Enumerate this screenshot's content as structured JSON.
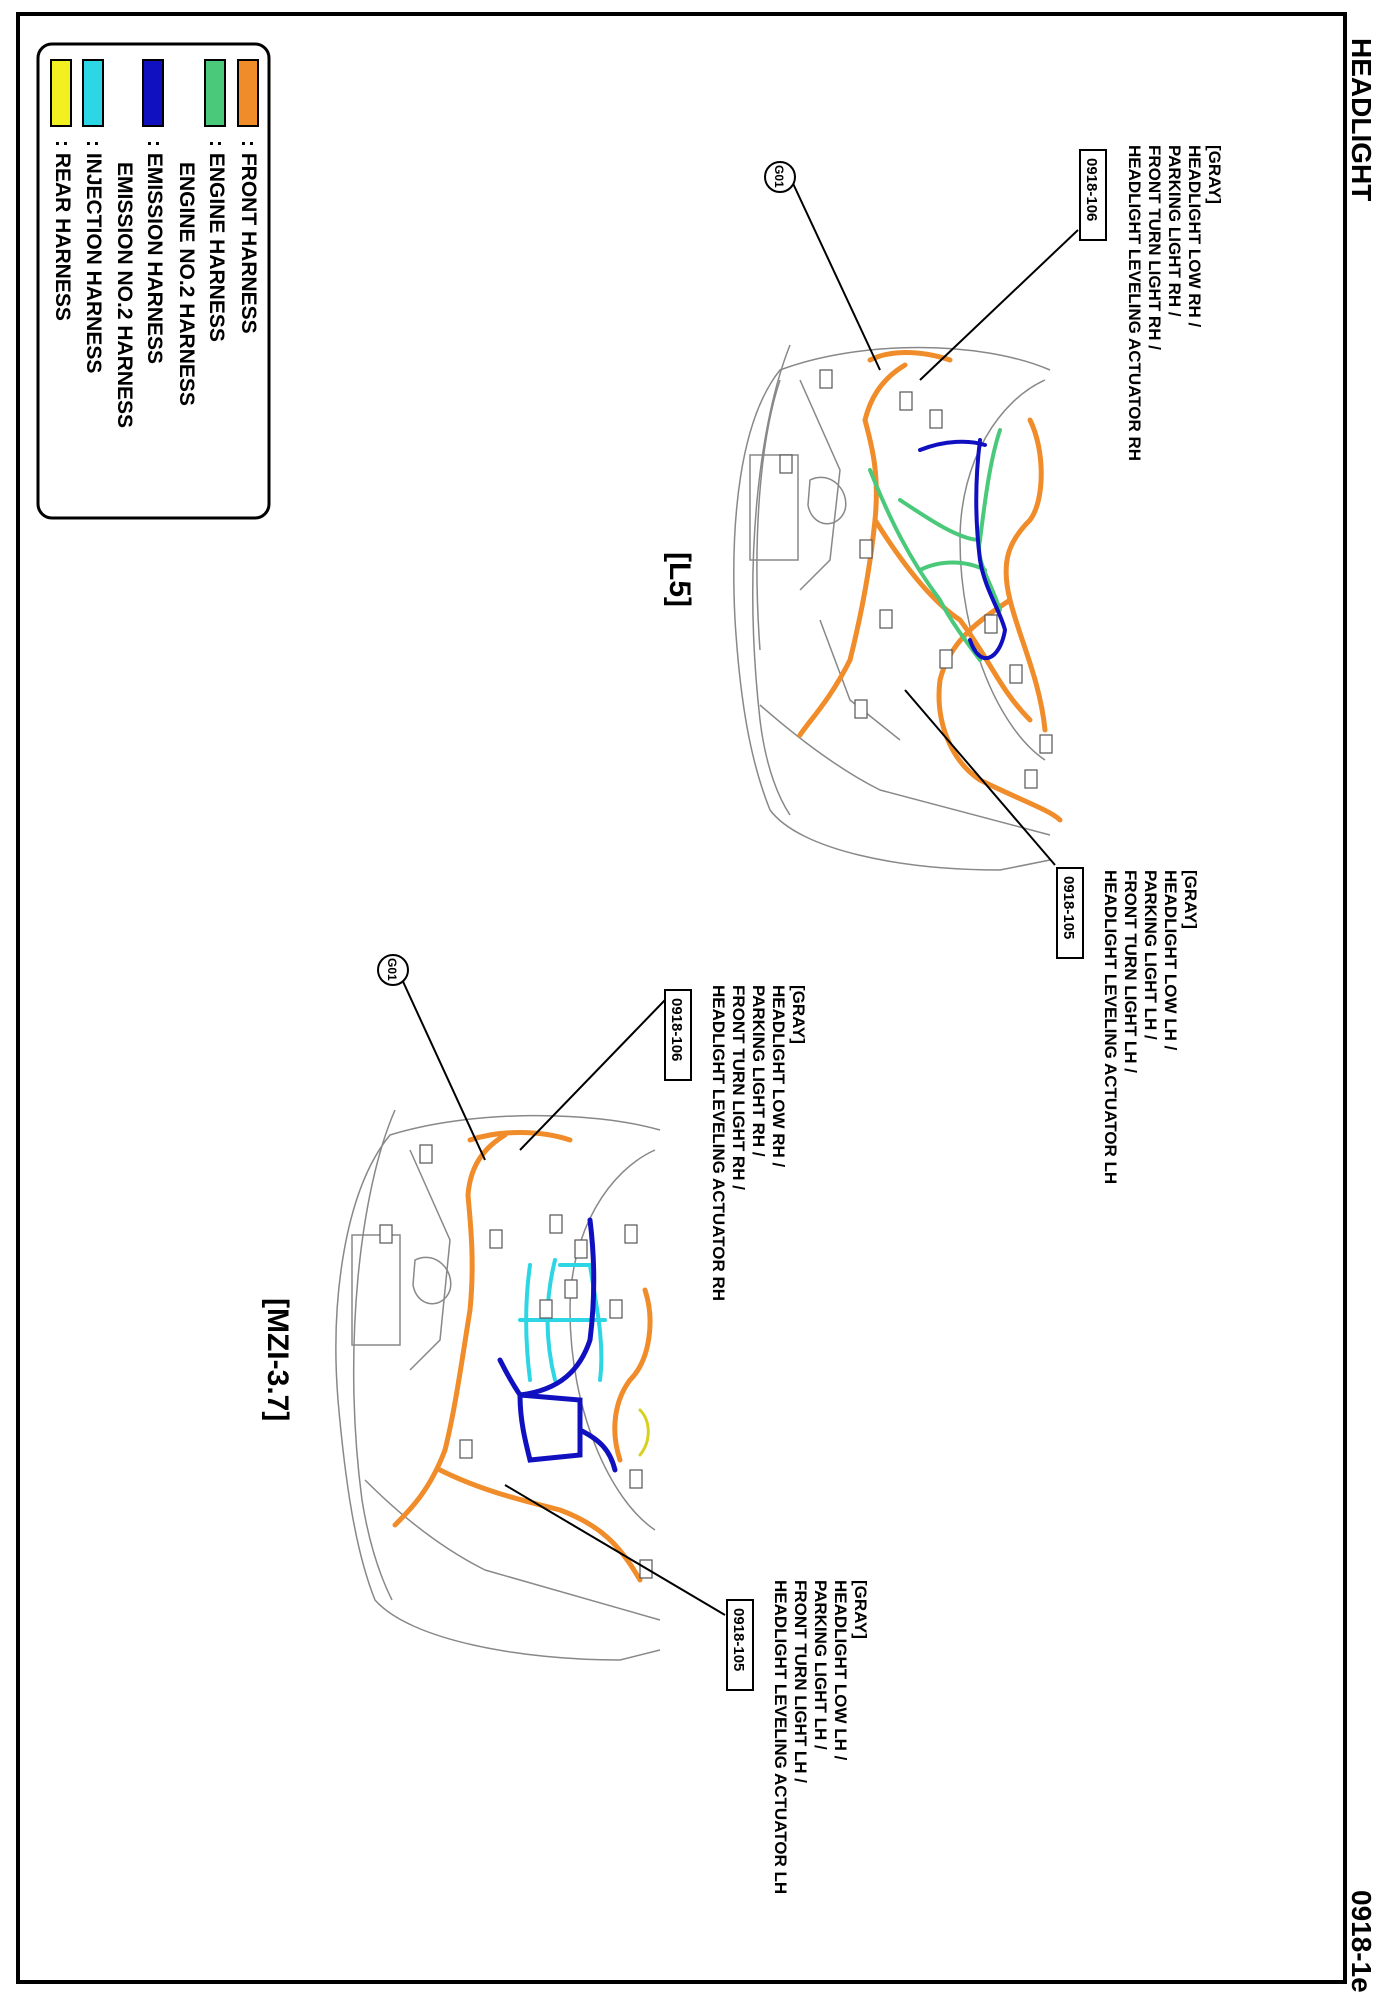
{
  "header": {
    "title": "HEADLIGHT",
    "page_code": "0918-1e"
  },
  "legend": {
    "items": [
      {
        "label": ": FRONT HARNESS",
        "color": "#f08c2a"
      },
      {
        "label": ": ENGINE HARNESS",
        "color": "#49c979"
      },
      {
        "label": "ENGINE NO.2 HARNESS",
        "color": "#49c979"
      },
      {
        "label": ": EMISSION HARNESS",
        "color": "#1010c0"
      },
      {
        "label": "EMISSION NO.2 HARNESS",
        "color": "#1010c0"
      },
      {
        "label": ": INJECTION HARNESS",
        "color": "#2cd6e4"
      },
      {
        "label": ": REAR HARNESS",
        "color": "#f2f021"
      }
    ]
  },
  "diagrams": {
    "l5": {
      "title": "[L5]",
      "ground": "G01",
      "connector_rh": {
        "code": "0918-106",
        "lines": [
          "[GRAY]",
          "HEADLIGHT LOW RH /",
          "PARKING LIGHT RH /",
          "FRONT TURN LIGHT RH /",
          "HEADLIGHT LEVELING ACTUATOR RH"
        ]
      },
      "connector_lh": {
        "code": "0918-105",
        "lines": [
          "[GRAY]",
          "HEADLIGHT LOW LH /",
          "PARKING LIGHT LH /",
          "FRONT TURN LIGHT LH /",
          "HEADLIGHT LEVELING ACTUATOR LH"
        ]
      }
    },
    "mzi": {
      "title": "[MZI-3.7]",
      "ground": "G01",
      "connector_rh": {
        "code": "0918-106",
        "lines": [
          "[GRAY]",
          "HEADLIGHT LOW RH /",
          "PARKING LIGHT RH /",
          "FRONT TURN LIGHT RH /",
          "HEADLIGHT LEVELING ACTUATOR RH"
        ]
      },
      "connector_lh": {
        "code": "0918-105",
        "lines": [
          "[GRAY]",
          "HEADLIGHT LOW LH /",
          "PARKING LIGHT LH /",
          "FRONT TURN LIGHT LH /",
          "HEADLIGHT LEVELING ACTUATOR LH"
        ]
      }
    }
  }
}
